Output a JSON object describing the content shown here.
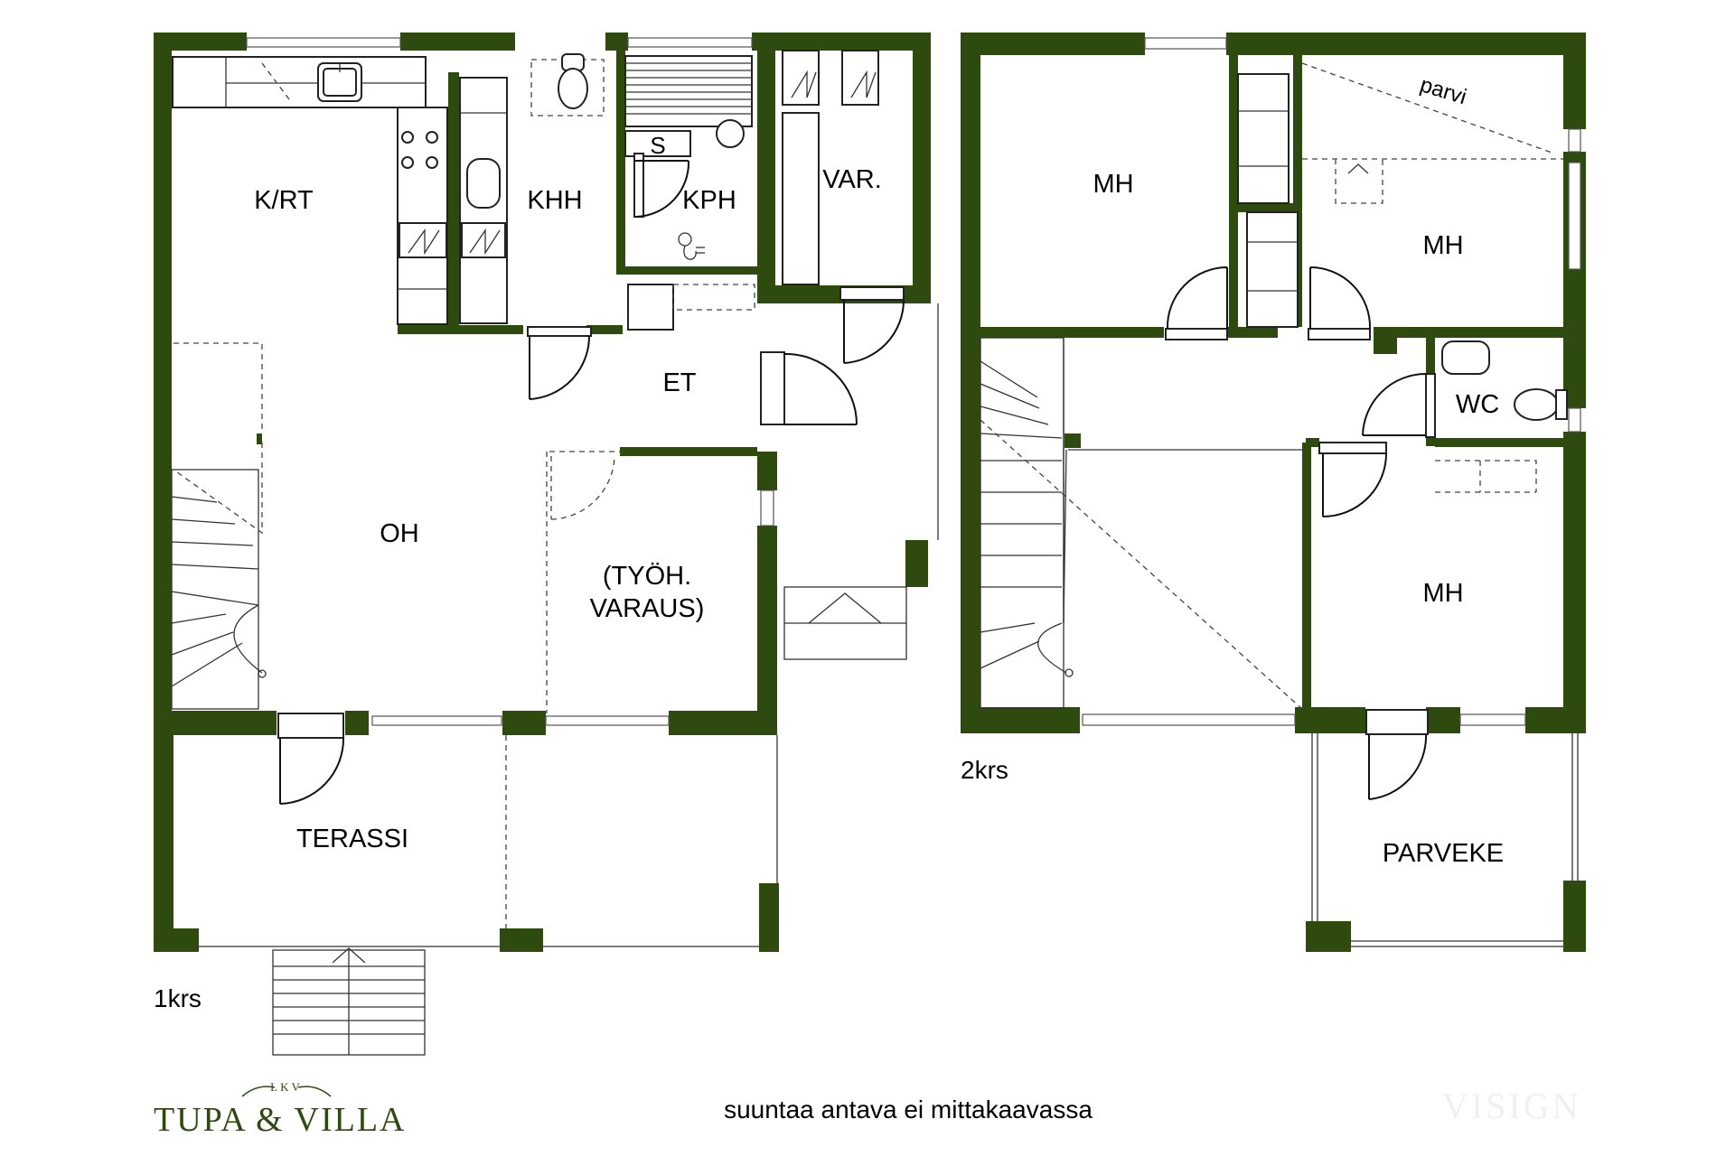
{
  "colors": {
    "wall": "#2f4a0e",
    "text": "#000000",
    "brand": "#2f4a0e"
  },
  "floor1": {
    "label": "1krs",
    "rooms": {
      "krt": "K/RT",
      "khh": "KHH",
      "kph": "KPH",
      "var": "VAR.",
      "et": "ET",
      "oh": "OH",
      "tyoh_line1": "(TYÖH.",
      "tyoh_line2": "VARAUS)",
      "terassi": "TERASSI"
    }
  },
  "floor2": {
    "label": "2krs",
    "rooms": {
      "mh1": "MH",
      "mh2": "MH",
      "mh3": "MH",
      "wc": "WC",
      "parvi": "parvi",
      "parveke": "PARVEKE"
    }
  },
  "fixtures": {
    "sauna_stove": "S"
  },
  "note": "suuntaa antava ei mittakaavassa",
  "brand": {
    "top": "LKV",
    "name": "TUPA & VILLA"
  },
  "watermark": "VISIGN"
}
